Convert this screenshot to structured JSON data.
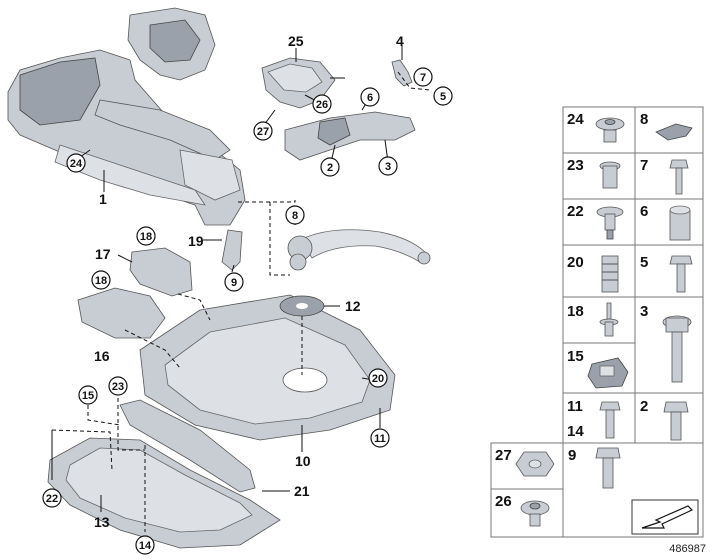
{
  "diagram_id": "486987",
  "callouts": {
    "c1": "1",
    "c2": "2",
    "c3": "3",
    "c4": "4",
    "c5": "5",
    "c6": "6",
    "c7": "7",
    "c8": "8",
    "c9": "9",
    "c10": "10",
    "c11": "11",
    "c12": "12",
    "c13": "13",
    "c14": "14",
    "c15": "15",
    "c16": "16",
    "c17": "17",
    "c18a": "18",
    "c18b": "18",
    "c19": "19",
    "c20": "20",
    "c21": "21",
    "c22": "22",
    "c23": "23",
    "c24": "24",
    "c25": "25",
    "c26": "26",
    "c27": "27"
  },
  "parts_grid": {
    "r1l": "24",
    "r1r": "8",
    "r2l": "23",
    "r2r": "7",
    "r3l": "22",
    "r3r": "6",
    "r4l": "20",
    "r4r": "5",
    "r5l": "18",
    "r5r": "3",
    "r6l": "15",
    "r7l_a": "11",
    "r7l_b": "14",
    "r7r": "2",
    "r8l": "27",
    "r8r": "9",
    "r9l": "26"
  },
  "colors": {
    "metal": "#c8cdd3",
    "metal_dark": "#9aa1aa",
    "line": "#111111"
  }
}
